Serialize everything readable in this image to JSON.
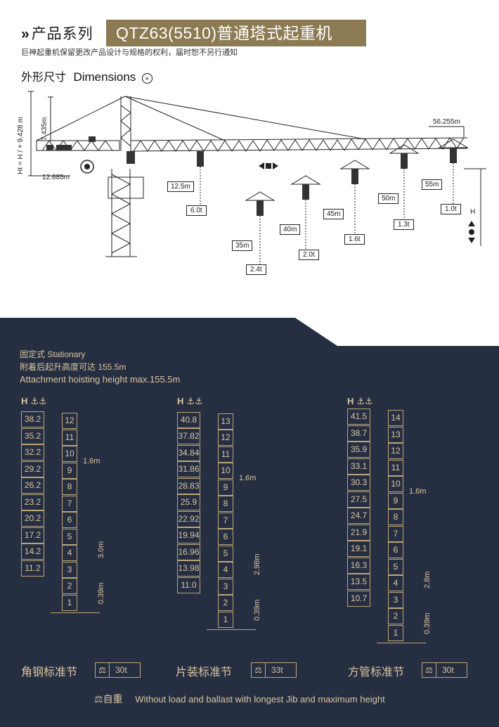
{
  "header": {
    "series": "产品系列",
    "model": "QTZ63(5510)普通塔式起重机",
    "disclaimer": "巨神起重机保留更改产品设计与规格的权利，届时恕不另行通知",
    "dims_zh": "外形尺寸",
    "dims_en": "Dimensions"
  },
  "crane": {
    "left_height": "Ht = H / + 9.428 m",
    "top_height": "7.435m",
    "counter_jib": "12.685m",
    "jib_len": "56.255m",
    "loads": [
      {
        "radius": "12.5m",
        "load": "6.0t"
      },
      {
        "radius": "35m",
        "load": "2.4t"
      },
      {
        "radius": "40m",
        "load": "2.0t"
      },
      {
        "radius": "45m",
        "load": "1.6t"
      },
      {
        "radius": "50m",
        "load": "1.3t"
      },
      {
        "radius": "55m",
        "load": "1.0t"
      }
    ],
    "h_label": "H"
  },
  "stationary": {
    "line1": "固定式  Stationary",
    "line2": "附着后起升高度可达 155.5m",
    "line3": "Attachment hoisting height max.155.5m"
  },
  "columns": [
    {
      "head": "H",
      "heights": [
        "38.2",
        "35.2",
        "32.2",
        "29.2",
        "26.2",
        "23.2",
        "20.2",
        "17.2",
        "14.2",
        "11.2"
      ],
      "sections": [
        "12",
        "11",
        "10",
        "9",
        "8",
        "7",
        "6",
        "5",
        "4",
        "3",
        "2",
        "1"
      ],
      "gap": "1.6m",
      "sec_len": "3.0m",
      "base_len": "0.39m",
      "name": "角钢标准节",
      "weight": "30t"
    },
    {
      "head": "H",
      "heights": [
        "40.8",
        "37.82",
        "34.84",
        "31.86",
        "28.83",
        "25.9",
        "22.92",
        "19.94",
        "16.96",
        "13.98",
        "11.0"
      ],
      "sections": [
        "13",
        "12",
        "11",
        "10",
        "9",
        "8",
        "7",
        "6",
        "5",
        "4",
        "3",
        "2",
        "1"
      ],
      "gap": "1.6m",
      "sec_len": "2.98m",
      "base_len": "0.39m",
      "name": "片装标准节",
      "weight": "33t"
    },
    {
      "head": "H",
      "heights": [
        "41.5",
        "38.7",
        "35.9",
        "33.1",
        "30.3",
        "27.5",
        "24.7",
        "21.9",
        "19.1",
        "16.3",
        "13.5",
        "10.7"
      ],
      "sections": [
        "14",
        "13",
        "12",
        "11",
        "10",
        "9",
        "8",
        "7",
        "6",
        "5",
        "4",
        "3",
        "2",
        "1"
      ],
      "gap": "1.6m",
      "sec_len": "2.8m",
      "base_len": "0.39m",
      "name": "方管标准节",
      "weight": "30t"
    }
  ],
  "footer": {
    "zh": "自重",
    "en": "Without load and ballast with longest Jib and maximum height"
  },
  "colors": {
    "gold": "#d9c7a0",
    "title_bg": "#8c7b52",
    "dark_bg": "#262e41"
  }
}
